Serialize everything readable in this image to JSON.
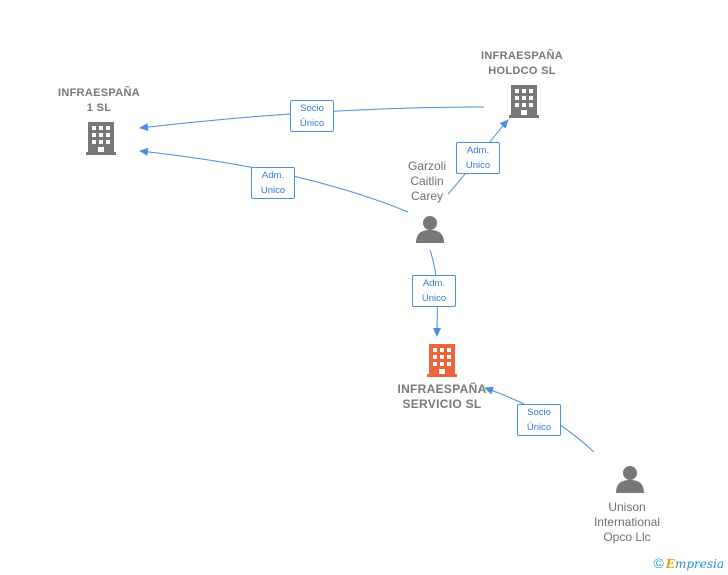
{
  "nodes": {
    "infraespana1": {
      "label": "INFRAESPAÑA\n1  SL"
    },
    "holdco": {
      "label": "INFRAESPAÑA\nHOLDCO  SL"
    },
    "servicio": {
      "label": "INFRAESPAÑA\nSERVICIO  SL"
    },
    "garzoli": {
      "label": "Garzoli\nCaitlin\nCarey"
    },
    "unison": {
      "label": "Unison\nInternational\nOpco Llc"
    }
  },
  "edges": {
    "holdco_to_infra1": {
      "label": "Socio\nÚnico"
    },
    "garzoli_to_infra1": {
      "label": "Adm.\nUnico"
    },
    "garzoli_to_holdco": {
      "label": "Adm.\nUnico"
    },
    "garzoli_to_servicio": {
      "label": "Adm.\nUnico"
    },
    "unison_to_servicio": {
      "label": "Socio\nÚnico"
    }
  },
  "colors": {
    "edge": "#4a8ee0",
    "company": "#777777",
    "company_main": "#f0643a",
    "person": "#777777"
  },
  "footer": {
    "copyright": "©",
    "brand_initial": "E",
    "brand_rest": "mpresia"
  }
}
